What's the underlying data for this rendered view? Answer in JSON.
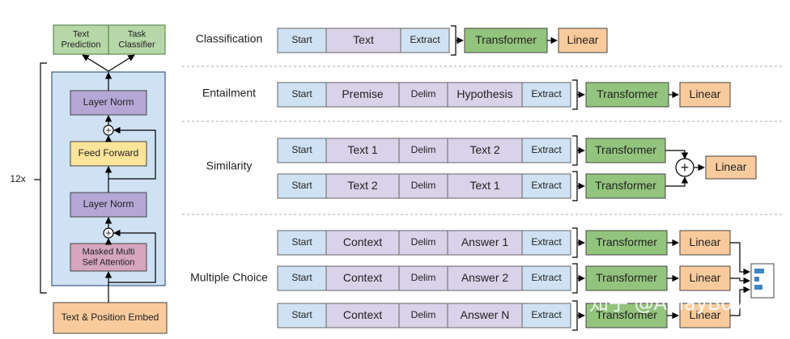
{
  "colors": {
    "output_box": "#b6d7a8",
    "output_stroke": "#4a7a3a",
    "block_bg": "#cfe2f3",
    "block_stroke": "#3d5a80",
    "layer_norm": "#b4a7d6",
    "feed_forward": "#ffe599",
    "attention": "#d5a6bd",
    "embed": "#f9cb9c",
    "start_cell": "#cfe2f3",
    "mid_cell": "#d9d2e9",
    "transformer": "#93c47d",
    "linear": "#f9cb9c",
    "cell_stroke": "#666666"
  },
  "left_block": {
    "repeat_label": "12x",
    "text_prediction": "Text\nPrediction",
    "task_classifier": "Task\nClassifier",
    "layer_norm_top": "Layer Norm",
    "feed_forward": "Feed Forward",
    "layer_norm_bottom": "Layer Norm",
    "masked_attention": "Masked Multi\nSelf Attention",
    "embed": "Text & Position Embed",
    "plus": "+"
  },
  "tasks": {
    "classification": {
      "label": "Classification",
      "rows": [
        [
          "Start",
          "Text",
          "Extract"
        ]
      ],
      "transformer": "Transformer",
      "linear": "Linear"
    },
    "entailment": {
      "label": "Entailment",
      "rows": [
        [
          "Start",
          "Premise",
          "Delim",
          "Hypothesis",
          "Extract"
        ]
      ],
      "transformer": "Transformer",
      "linear": "Linear"
    },
    "similarity": {
      "label": "Similarity",
      "rows": [
        [
          "Start",
          "Text 1",
          "Delim",
          "Text 2",
          "Extract"
        ],
        [
          "Start",
          "Text 2",
          "Delim",
          "Text 1",
          "Extract"
        ]
      ],
      "transformer": "Transformer",
      "linear": "Linear",
      "plus": "+"
    },
    "multiple_choice": {
      "label": "Multiple Choice",
      "rows": [
        [
          "Start",
          "Context",
          "Delim",
          "Answer 1",
          "Extract"
        ],
        [
          "Start",
          "Context",
          "Delim",
          "Answer 2",
          "Extract"
        ],
        [
          "Start",
          "Context",
          "Delim",
          "Answer N",
          "Extract"
        ]
      ],
      "transformer": "Transformer",
      "linear": "Linear"
    }
  },
  "watermark": "知乎 @APlayBoy"
}
